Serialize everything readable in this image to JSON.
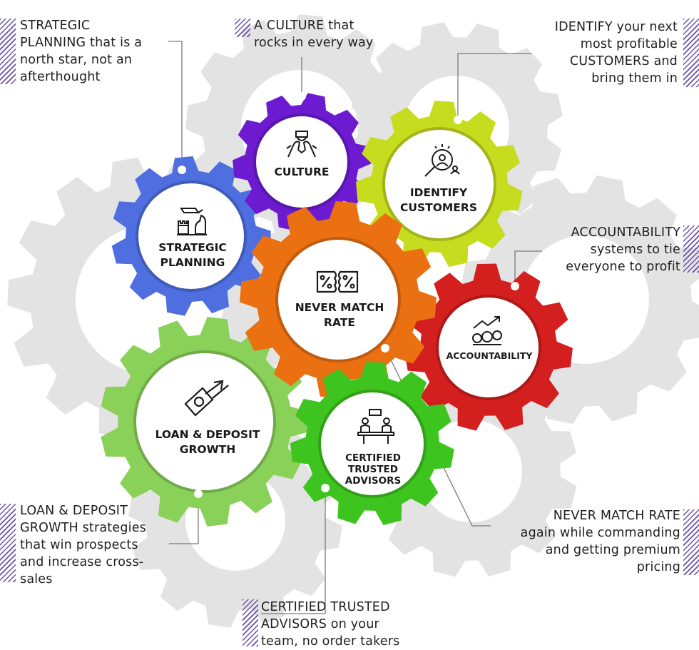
{
  "colors": {
    "background_gears": "#e3e3e3",
    "strategic": "#4f6fe0",
    "culture": "#6c1bd0",
    "identify": "#c6dc1e",
    "never_match": "#ea7012",
    "accountability": "#d41f1f",
    "loan": "#8ad15a",
    "certified": "#3ec41f",
    "leader_line": "#7a7a7a",
    "hatch": "#6a4ea8"
  },
  "gears": {
    "strategic": {
      "label_lines": [
        "STRATEGIC",
        "PLANNING"
      ],
      "icon": "chess-planning-icon"
    },
    "culture": {
      "label_lines": [
        "CULTURE"
      ],
      "icon": "teamwork-hands-icon"
    },
    "identify": {
      "label_lines": [
        "IDENTIFY",
        "CUSTOMERS"
      ],
      "icon": "magnifier-customer-icon"
    },
    "never_match": {
      "label_lines": [
        "NEVER MATCH",
        "RATE"
      ],
      "icon": "percent-ticket-icon"
    },
    "accountability": {
      "label_lines": [
        "ACCOUNTABILITY"
      ],
      "icon": "coins-growth-icon"
    },
    "loan": {
      "label_lines": [
        "LOAN & DEPOSIT",
        "GROWTH"
      ],
      "icon": "money-arrow-icon"
    },
    "certified": {
      "label_lines": [
        "CERTIFIED",
        "TRUSTED",
        "ADVISORS"
      ],
      "icon": "advisor-meeting-icon"
    }
  },
  "captions": {
    "strategic": [
      "STRATEGIC",
      "PLANNING that is a",
      "north star, not an",
      "afterthought"
    ],
    "culture": [
      "A CULTURE that",
      "rocks in every way"
    ],
    "identify": [
      "IDENTIFY your next",
      "most profitable",
      "CUSTOMERS and",
      "bring them in"
    ],
    "accountability": [
      "ACCOUNTABILITY",
      "systems to tie",
      "everyone to profit"
    ],
    "loan": [
      "LOAN & DEPOSIT",
      "GROWTH strategies",
      "that win prospects",
      "and increase cross-",
      "sales"
    ],
    "never_match": [
      "NEVER MATCH RATE",
      "again while commanding",
      "and getting premium",
      "pricing"
    ],
    "certified": [
      "CERTIFIED TRUSTED",
      "ADVISORS on your",
      "team, no order takers"
    ]
  }
}
